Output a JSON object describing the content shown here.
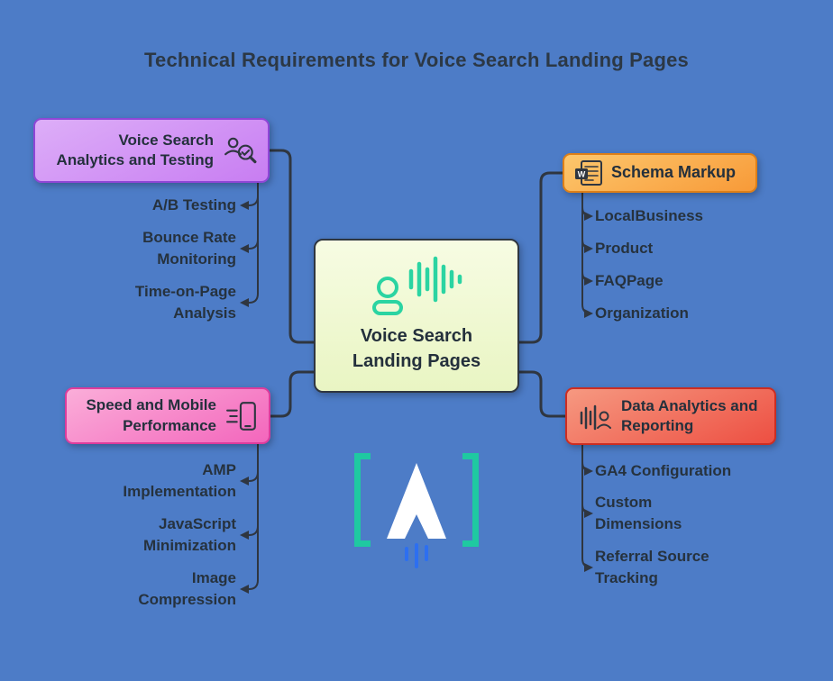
{
  "title": "Technical Requirements for Voice Search Landing Pages",
  "center_node": {
    "label": "Voice Search\nLanding Pages",
    "icon": "voice-waveform-icon"
  },
  "branches": [
    {
      "label": "Voice Search\nAnalytics and Testing",
      "icon": "user-magnifier-icon",
      "items": [
        "A/B Testing",
        "Bounce Rate\nMonitoring",
        "Time-on-Page\nAnalysis"
      ]
    },
    {
      "label": "Schema Markup",
      "icon": "document-w-icon",
      "items": [
        "LocalBusiness",
        "Product",
        "FAQPage",
        "Organization"
      ]
    },
    {
      "label": "Speed and Mobile\nPerformance",
      "icon": "mobile-speed-icon",
      "items": [
        "AMP\nImplementation",
        "JavaScript\nMinimization",
        "Image\nCompression"
      ]
    },
    {
      "label": "Data Analytics and\nReporting",
      "icon": "waveform-user-icon",
      "items": [
        "GA4 Configuration",
        "Custom\nDimensions",
        "Referral Source\nTracking"
      ]
    }
  ],
  "icons": {
    "document_badge_letter": "W"
  },
  "logo": {
    "letter": "A"
  },
  "colors": {
    "background": "#4d7cc7",
    "title_text": "#2c3845",
    "connector": "#2f3640",
    "center_fill_top": "#f7fce3",
    "center_fill_bottom": "#e9f5c3",
    "center_icon": "#2bd4a2",
    "branch_purple": "#c87df2",
    "branch_orange": "#f89a38",
    "branch_pink": "#f366bc",
    "branch_red": "#ed4f42",
    "logo_bracket": "#1fc9a1",
    "logo_letter": "#ffffff",
    "logo_exhaust": "#2d6ff0"
  }
}
